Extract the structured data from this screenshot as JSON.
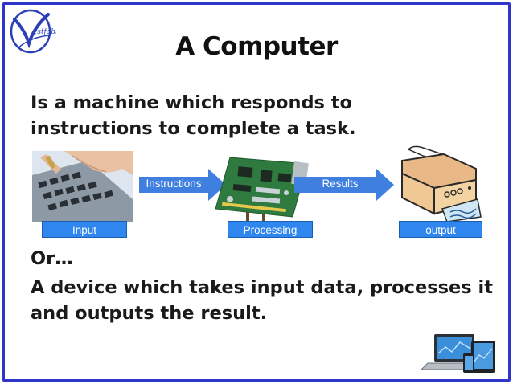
{
  "slide": {
    "title": "A Computer",
    "definition1": "Is a machine which responds to instructions to complete a task.",
    "or_text": "Or…",
    "definition2": "A device which takes input data, processes it and outputs the result."
  },
  "diagram": {
    "arrow_instructions": "Instructions",
    "arrow_results": "Results",
    "label_input": "Input",
    "label_processing": "Processing",
    "label_output": "output"
  },
  "colors": {
    "frame": "#2e35c8",
    "label_box": "#2f86ee",
    "arrow": "#3f7fe0"
  },
  "icons": [
    "logo-icon",
    "keyboard-hands-image",
    "circuit-board-image",
    "printer-image",
    "devices-image"
  ]
}
